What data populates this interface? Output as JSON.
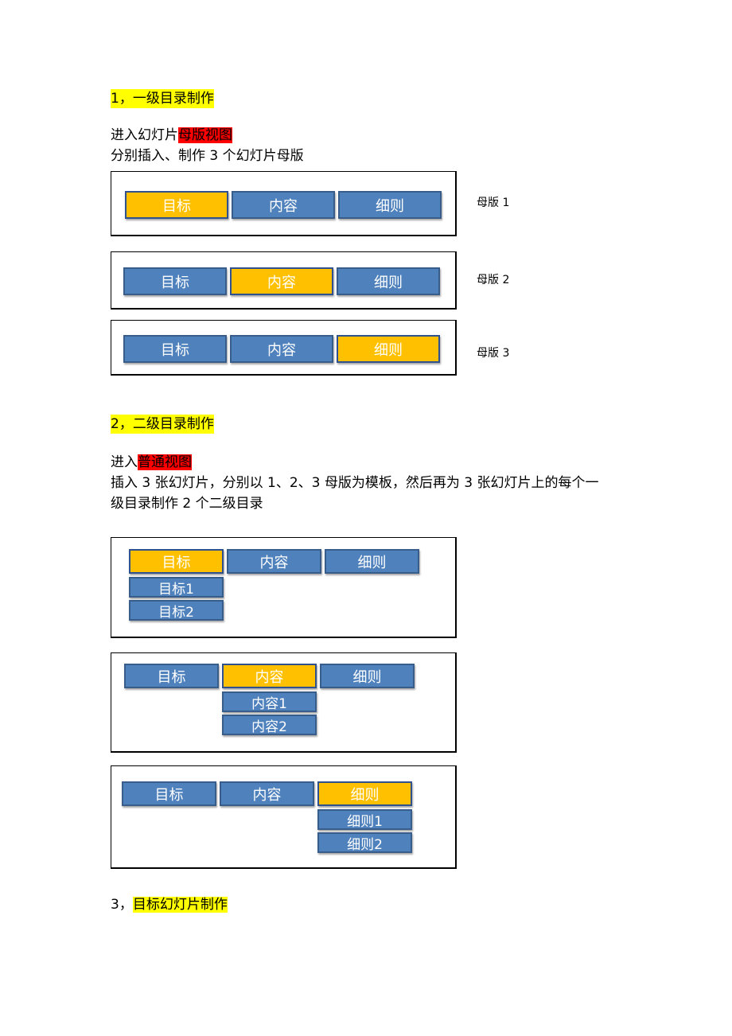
{
  "section1": {
    "heading_num": "1，",
    "heading_text": "一级目录制作",
    "line1_prefix": "进入幻灯片",
    "line1_highlight": "母版视图",
    "line2": "分别插入、制作 3 个幻灯片母版"
  },
  "masters": [
    {
      "label": "母版 1",
      "tabs": [
        "目标",
        "内容",
        "细则"
      ],
      "active_index": 0
    },
    {
      "label": "母版 2",
      "tabs": [
        "目标",
        "内容",
        "细则"
      ],
      "active_index": 1
    },
    {
      "label": "母版 3",
      "tabs": [
        "目标",
        "内容",
        "细则"
      ],
      "active_index": 2
    }
  ],
  "section2": {
    "heading_num": "2，",
    "heading_text": "二级目录制作",
    "line1_prefix": "进入",
    "line1_highlight": "普通视图",
    "line2": "插入 3 张幻灯片，分别以 1、2、3 母版为模板，然后再为 3 张幻灯片上的每个一",
    "line3": "级目录制作 2 个二级目录"
  },
  "slides": [
    {
      "tabs": [
        "目标",
        "内容",
        "细则"
      ],
      "active_index": 0,
      "subs": [
        "目标1",
        "目标2"
      ]
    },
    {
      "tabs": [
        "目标",
        "内容",
        "细则"
      ],
      "active_index": 1,
      "subs": [
        "内容1",
        "内容2"
      ]
    },
    {
      "tabs": [
        "目标",
        "内容",
        "细则"
      ],
      "active_index": 2,
      "subs": [
        "细则1",
        "细则2"
      ]
    }
  ],
  "section3": {
    "heading_num": "3，",
    "heading_text": "目标幻灯片制作"
  },
  "colors": {
    "tab_blue": "#4f81bd",
    "tab_active": "#ffc000",
    "highlight_yellow": "#ffff00",
    "highlight_red": "#ff0000"
  }
}
